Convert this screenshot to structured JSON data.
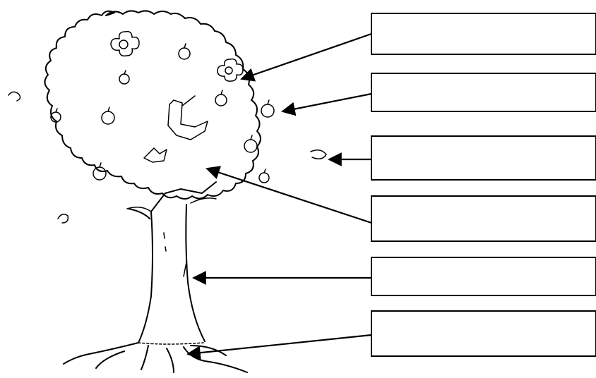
{
  "diagram": {
    "labels": [
      {
        "id": "flower",
        "text": ""
      },
      {
        "id": "fruit",
        "text": ""
      },
      {
        "id": "branch-edge",
        "text": ""
      },
      {
        "id": "leaves",
        "text": ""
      },
      {
        "id": "trunk",
        "text": ""
      },
      {
        "id": "roots",
        "text": ""
      }
    ]
  }
}
